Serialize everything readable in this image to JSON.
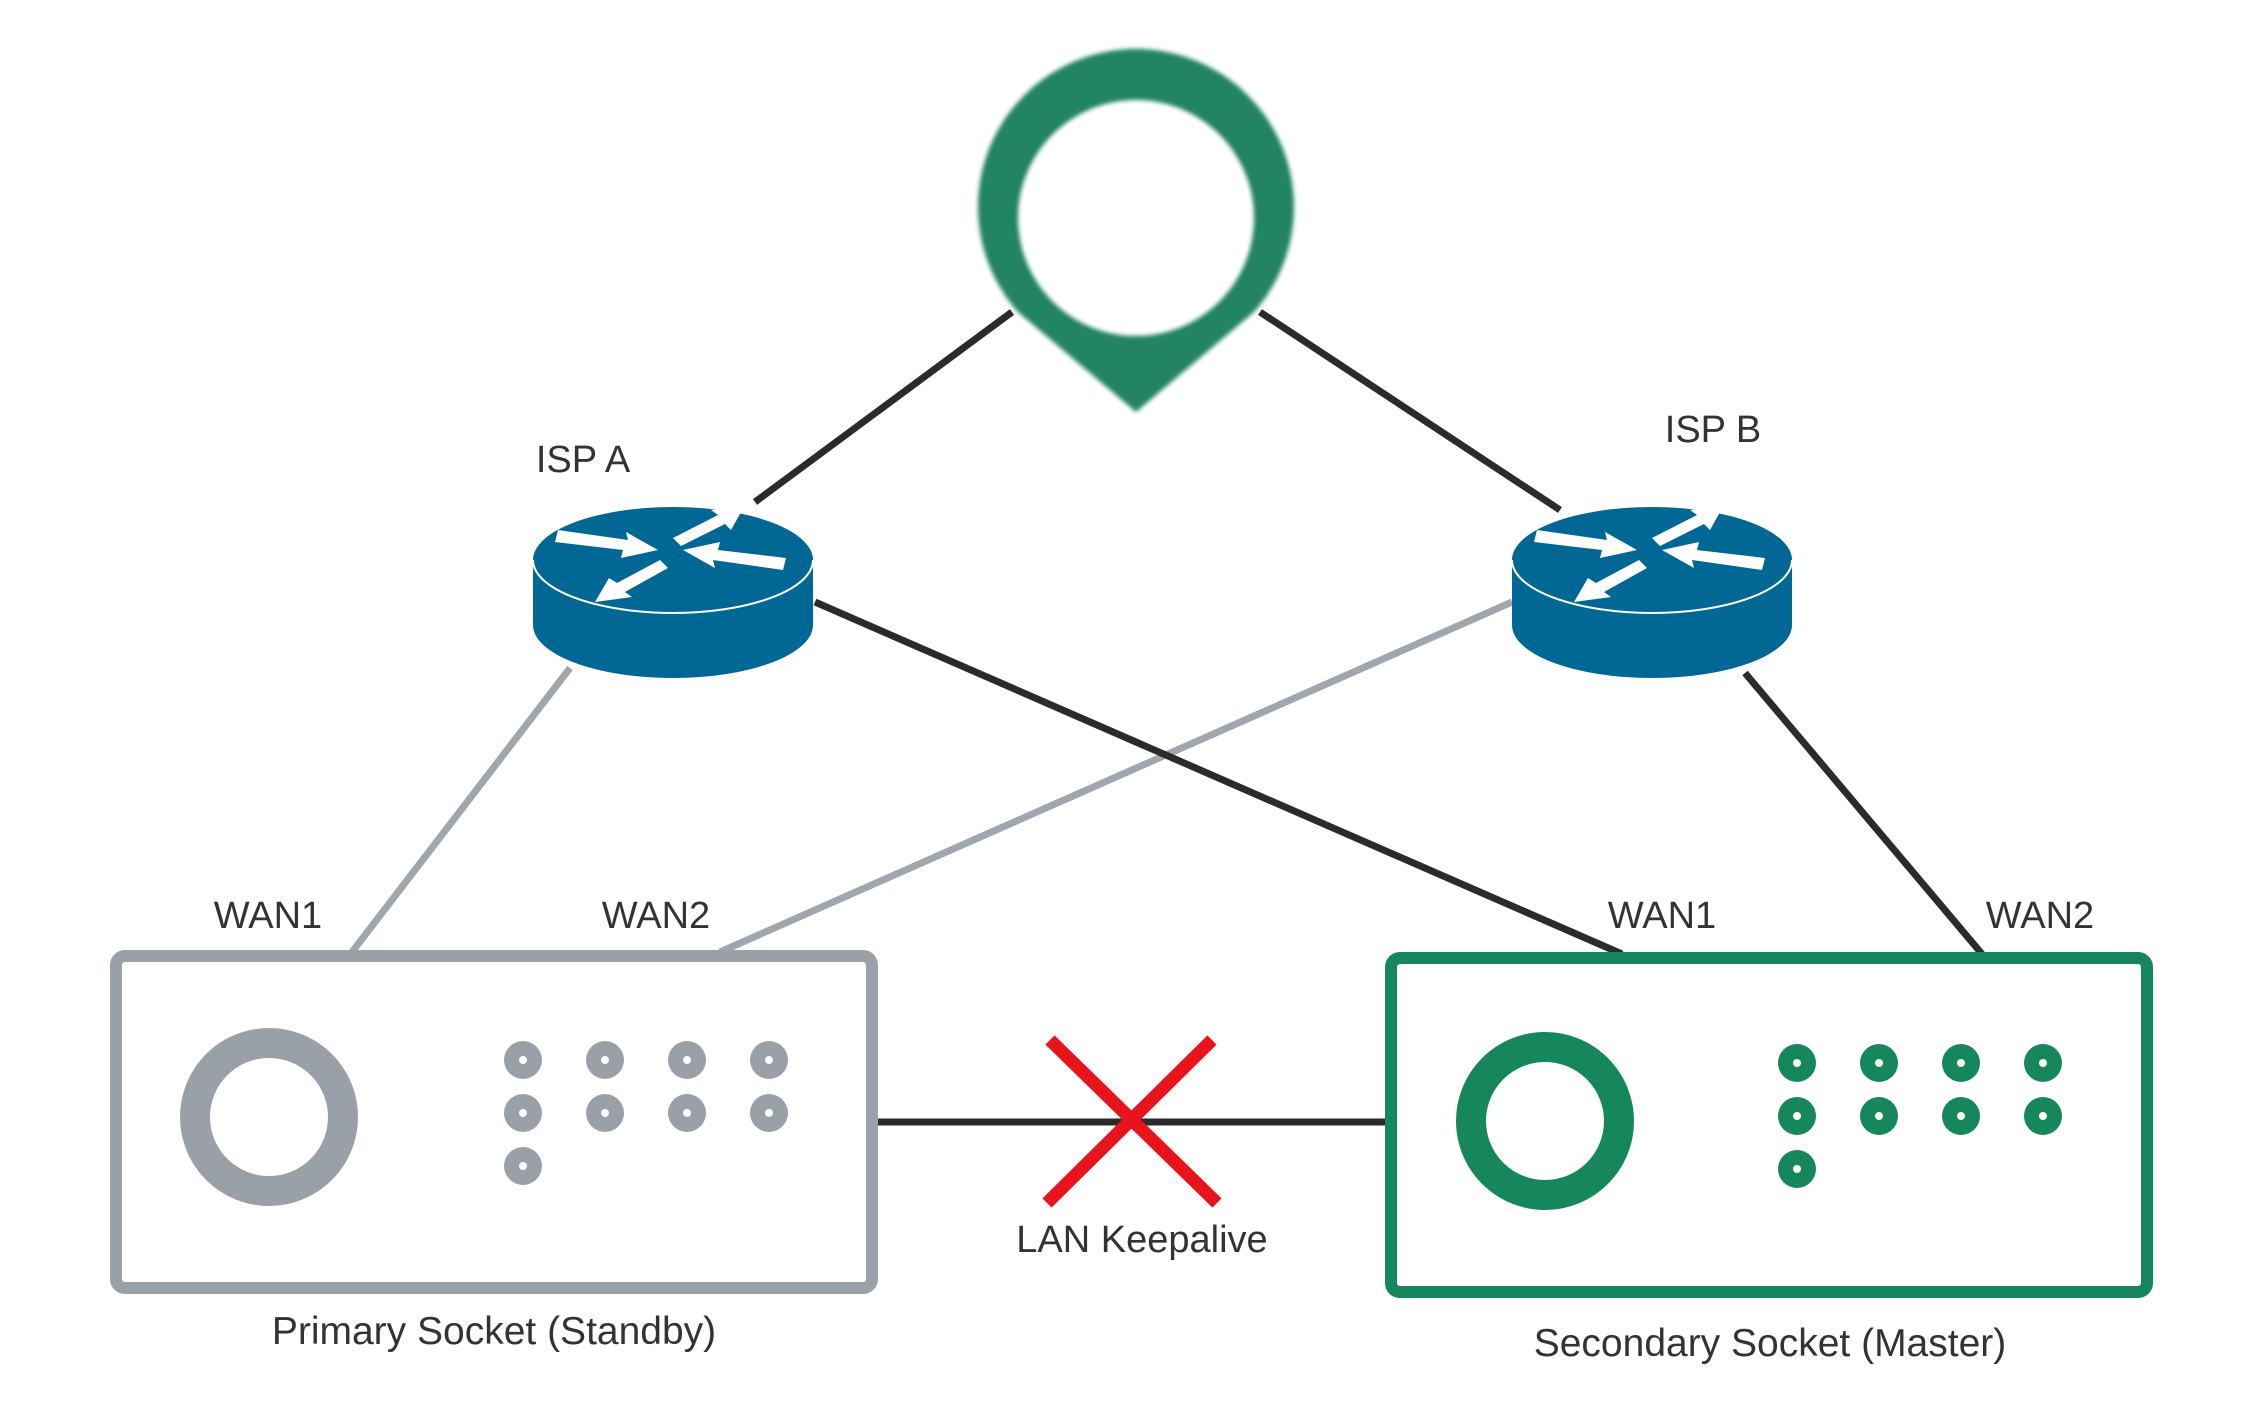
{
  "colors": {
    "standby_gray": "#9aa0a8",
    "master_green": "#16865c",
    "pin_green": "#208460",
    "router_blue": "#016896",
    "active_link": "#2b2b2b",
    "inactive_link": "#a0a6ae",
    "failure_x": "#e8141c"
  },
  "icons": {
    "top": "location-pin-icon",
    "routers": "router-icon",
    "keepalive_status": "x-mark-icon"
  },
  "isp_a": {
    "label": "ISP A"
  },
  "isp_b": {
    "label": "ISP B"
  },
  "primary": {
    "wan1_label": "WAN1",
    "wan2_label": "WAN2",
    "caption": "Primary Socket (Standby)"
  },
  "secondary": {
    "wan1_label": "WAN1",
    "wan2_label": "WAN2",
    "caption": "Secondary Socket (Master)"
  },
  "lan_label": "LAN Keepalive"
}
